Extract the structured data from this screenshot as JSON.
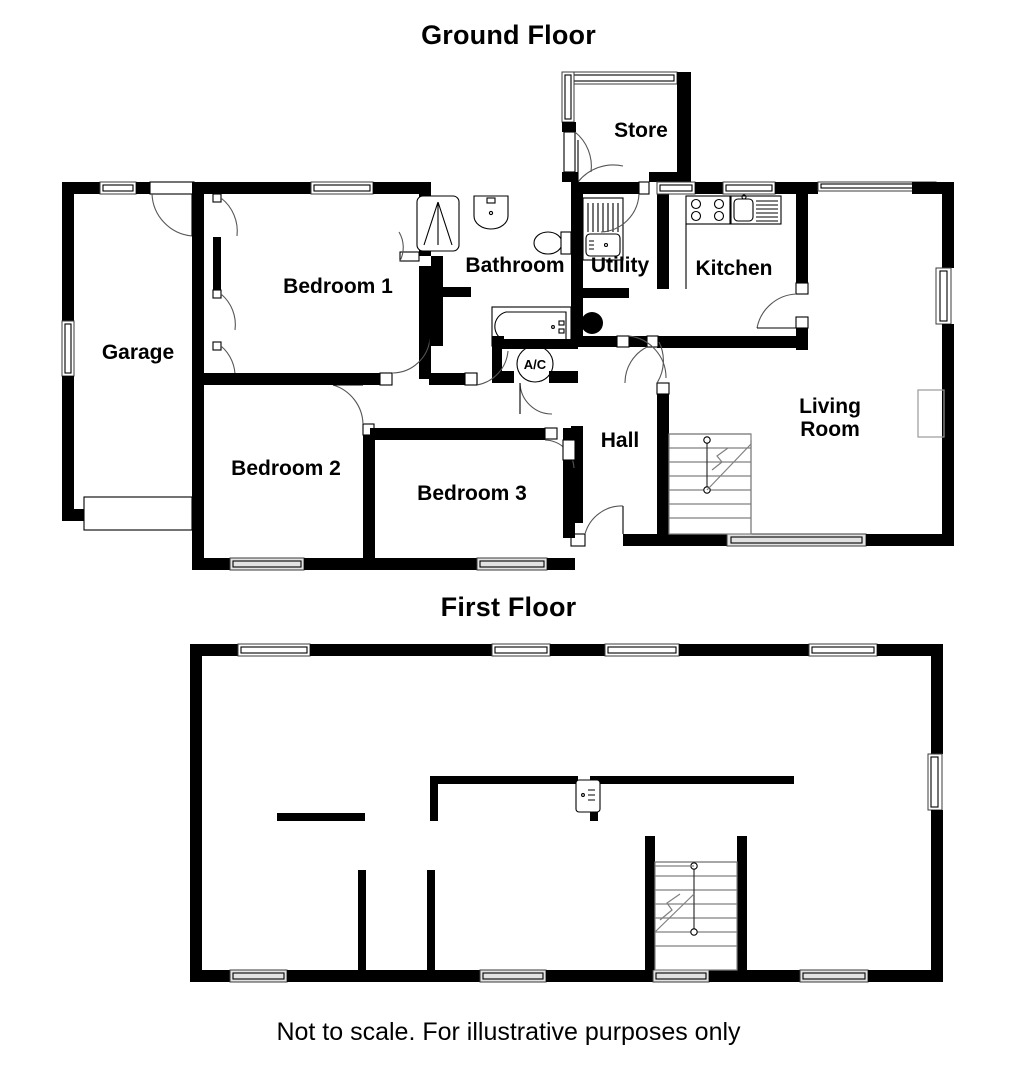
{
  "document": {
    "type": "floor-plan",
    "footnote": "Not to scale. For illustrative purposes only"
  },
  "floors": [
    {
      "id": "ground",
      "title": "Ground Floor",
      "rooms": [
        {
          "name": "garage",
          "label": "Garage"
        },
        {
          "name": "bedroom-1",
          "label": "Bedroom 1"
        },
        {
          "name": "bedroom-2",
          "label": "Bedroom 2"
        },
        {
          "name": "bedroom-3",
          "label": "Bedroom 3"
        },
        {
          "name": "bathroom",
          "label": "Bathroom"
        },
        {
          "name": "utility",
          "label": "Utility"
        },
        {
          "name": "kitchen",
          "label": "Kitchen"
        },
        {
          "name": "store",
          "label": "Store"
        },
        {
          "name": "hall",
          "label": "Hall"
        },
        {
          "name": "living-room",
          "label": "Living\nRoom"
        }
      ],
      "fixtures": [
        {
          "name": "ac-cupboard",
          "label": "A/C"
        },
        {
          "name": "shower-tray",
          "label": ""
        },
        {
          "name": "wash-basin",
          "label": ""
        },
        {
          "name": "toilet",
          "label": ""
        },
        {
          "name": "bath-tub",
          "label": ""
        },
        {
          "name": "washing-machine",
          "label": ""
        },
        {
          "name": "kitchen-hob",
          "label": ""
        },
        {
          "name": "kitchen-sink",
          "label": ""
        },
        {
          "name": "staircase",
          "label": ""
        },
        {
          "name": "structural-column",
          "label": ""
        },
        {
          "name": "garage-door",
          "label": ""
        },
        {
          "name": "fireplace-recess",
          "label": ""
        }
      ]
    },
    {
      "id": "first",
      "title": "First Floor",
      "rooms": [],
      "fixtures": [
        {
          "name": "staircase",
          "label": ""
        },
        {
          "name": "airing-cupboard",
          "label": ""
        }
      ]
    }
  ],
  "colors": {
    "wall": "#000000",
    "background": "#ffffff",
    "glazing": "#e2e2e2",
    "door_swing": "#555555",
    "stair_line": "#808080"
  }
}
